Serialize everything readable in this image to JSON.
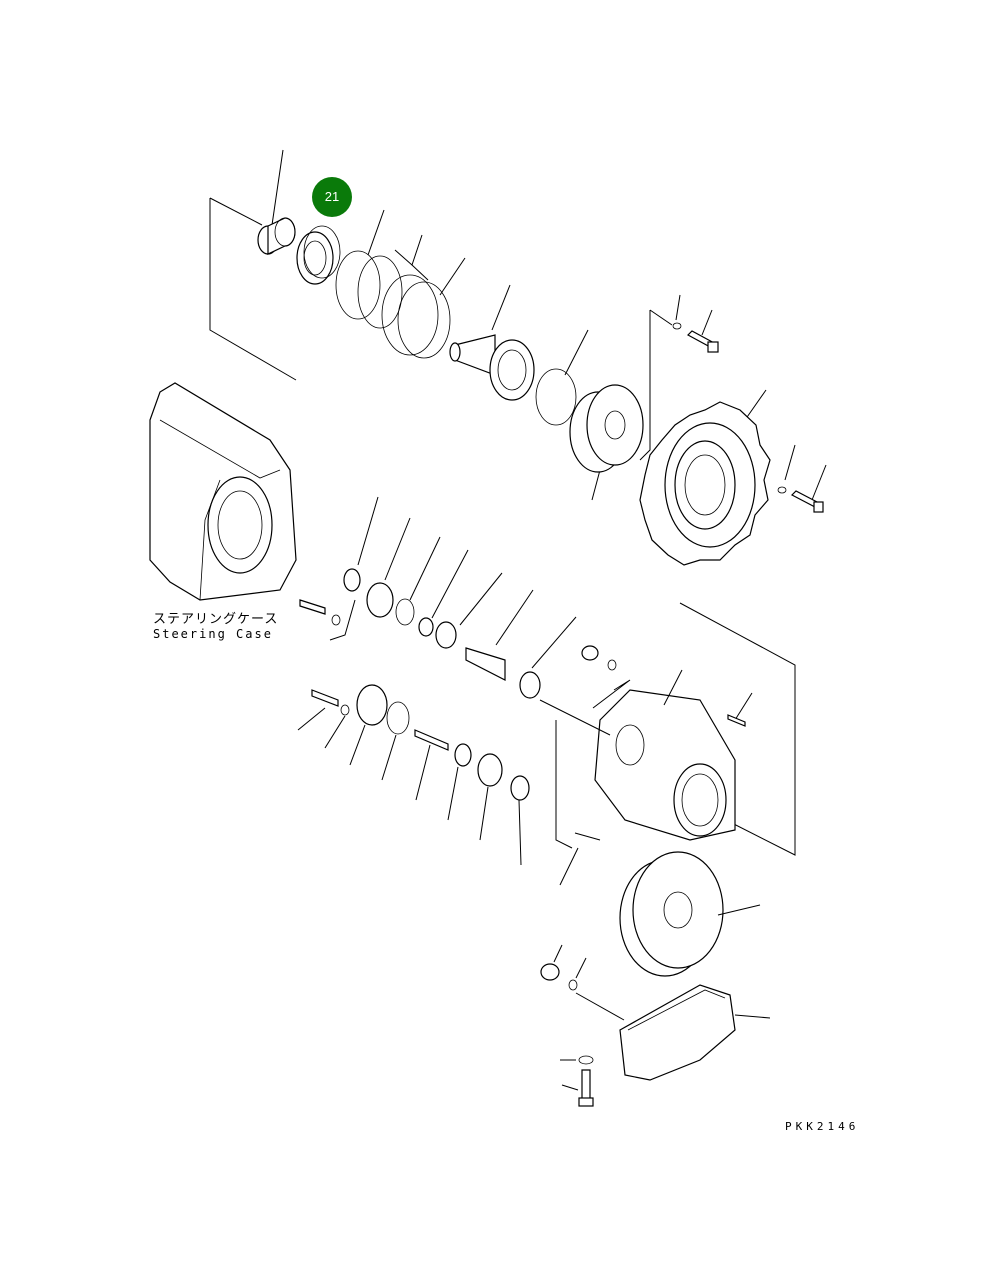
{
  "callout": {
    "number": "21",
    "color": "#0a7a0a"
  },
  "labels": {
    "steering_case_jp": "ステアリングケース",
    "steering_case_en": "Steering Case"
  },
  "drawing_code": "PKK2146"
}
